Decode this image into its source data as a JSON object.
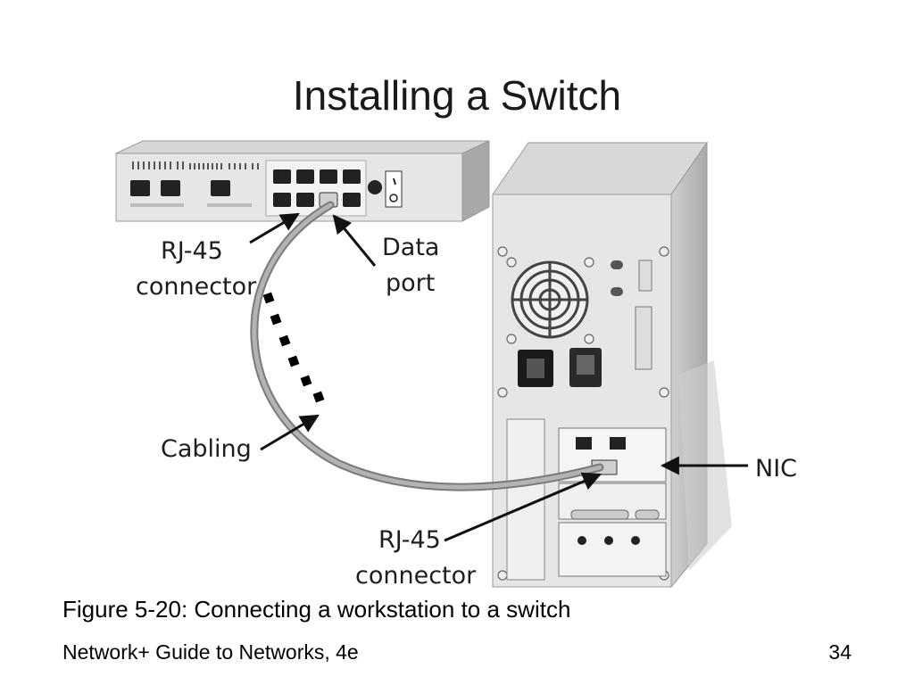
{
  "slide": {
    "title": "Installing a Switch",
    "caption": "Figure 5-20: Connecting a workstation to a switch",
    "footer": "Network+ Guide to Networks, 4e",
    "page_number": "34"
  },
  "diagram": {
    "labels": {
      "rj45_top_line1": "RJ-45",
      "rj45_top_line2": "connector",
      "data_port_line1": "Data",
      "data_port_line2": "port",
      "cabling": "Cabling",
      "nic": "NIC",
      "rj45_bottom_line1": "RJ-45",
      "rj45_bottom_line2": "connector"
    },
    "colors": {
      "device_gray": "#bdbdbd",
      "device_face": "#e9e9e9",
      "cable": "#9a9a9a",
      "arrow": "#111111"
    }
  }
}
